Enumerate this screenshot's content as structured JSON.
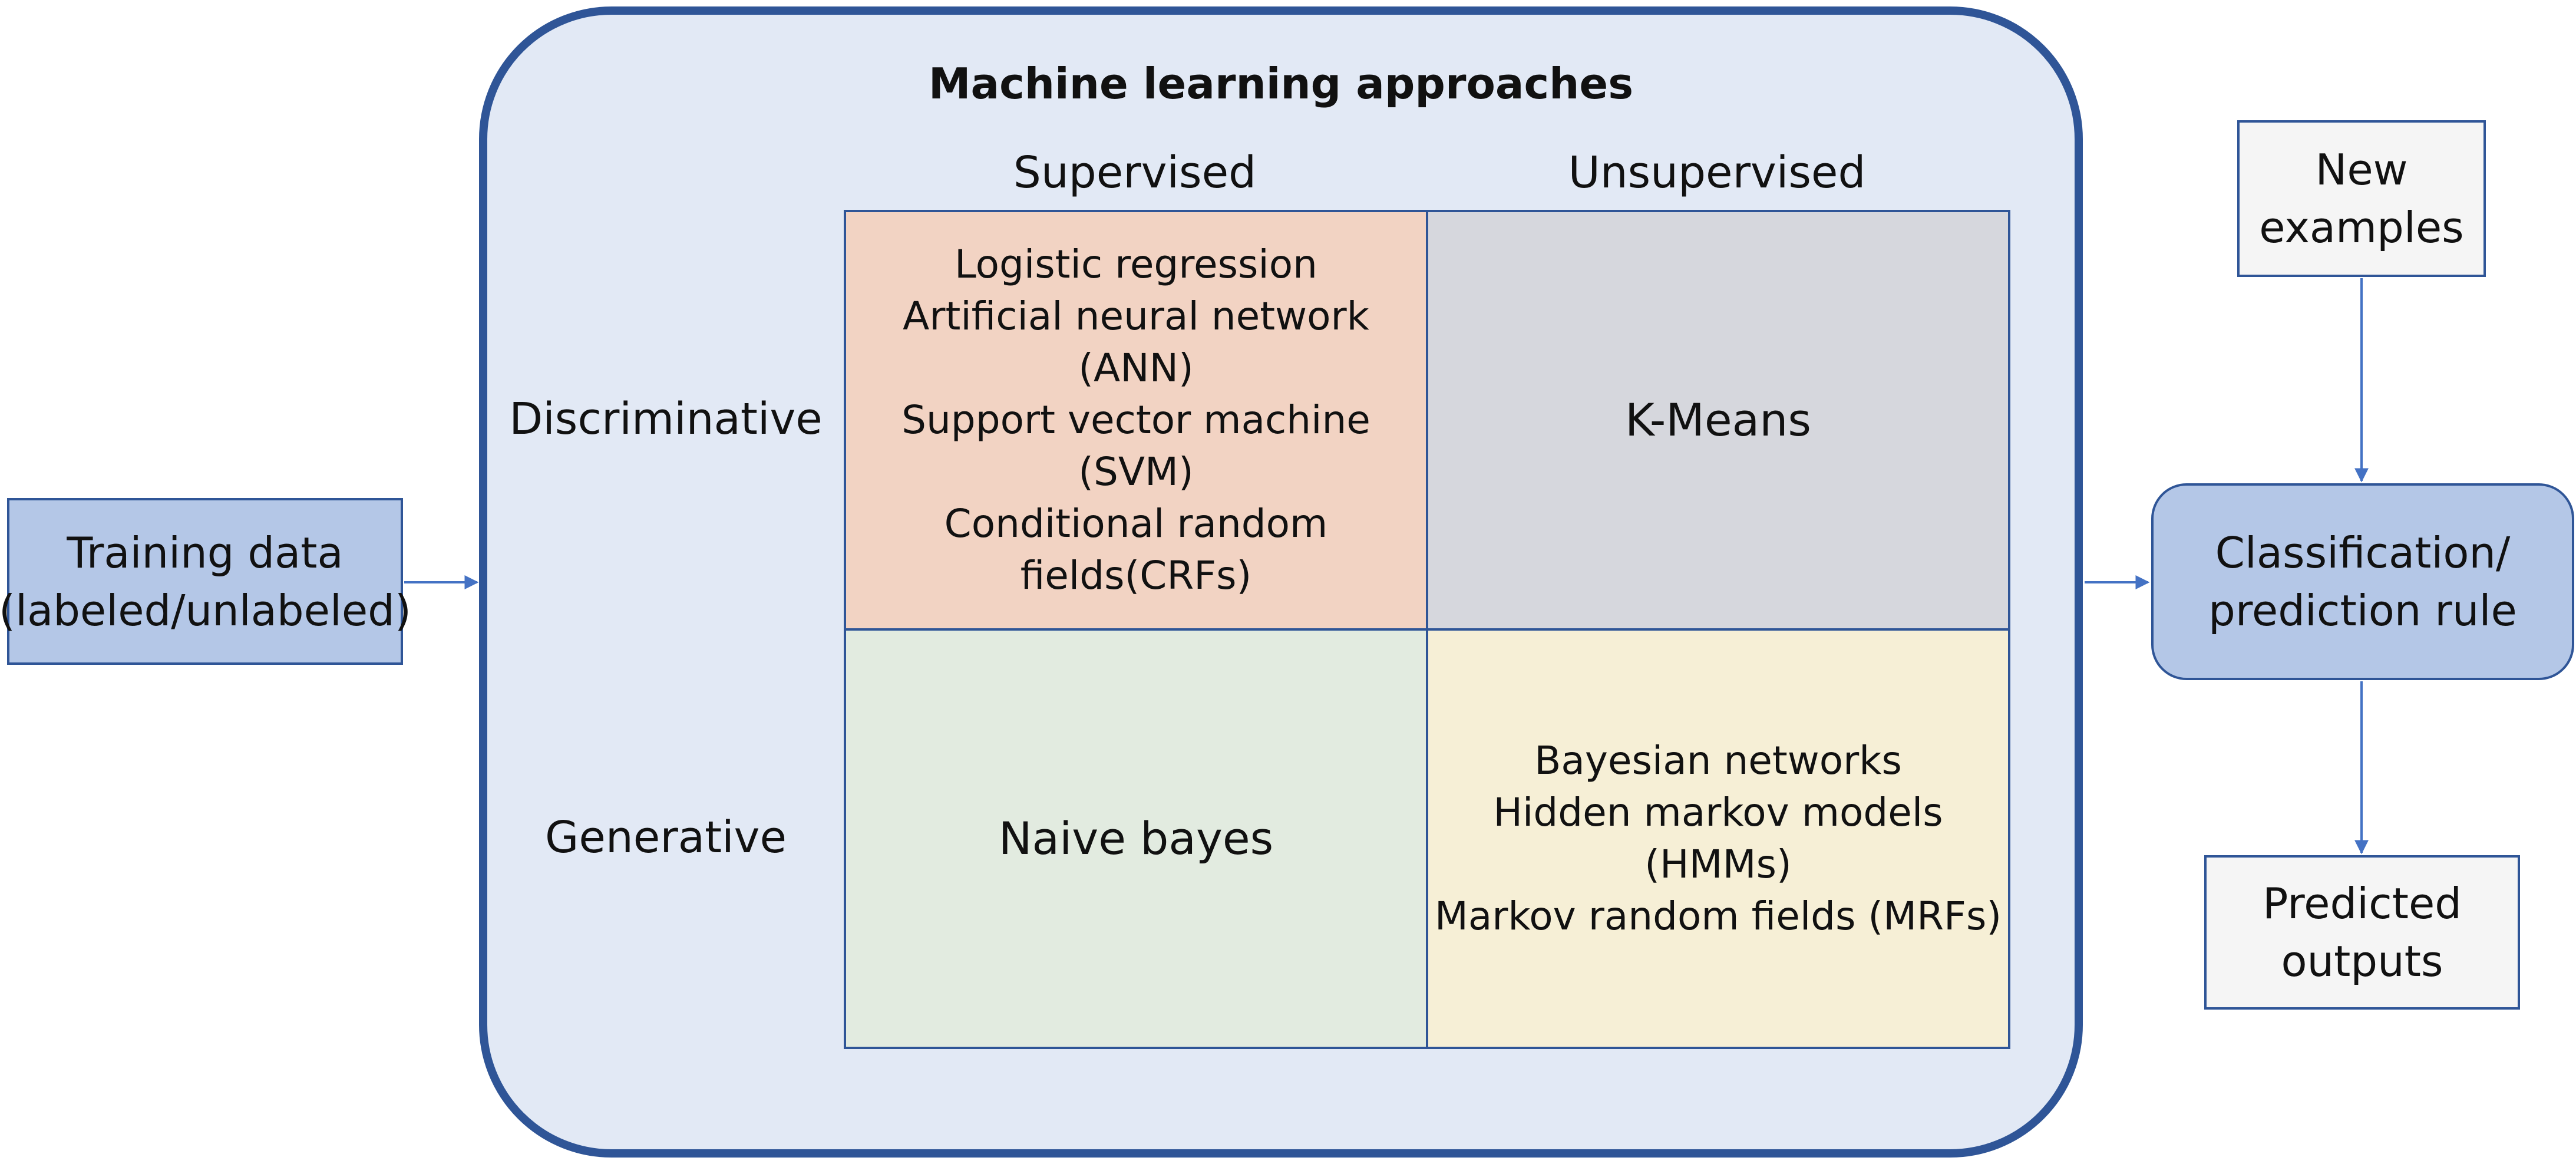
{
  "panel": {
    "title": "Machine learning approaches",
    "columns": [
      "Supervised",
      "Unsupervised"
    ],
    "rows": [
      "Discriminative",
      "Generative"
    ],
    "cells": {
      "supervised_discriminative": [
        "Logistic regression",
        "Artificial neural network",
        "(ANN)",
        "Support vector machine",
        "(SVM)",
        "Conditional random",
        "fields(CRFs)"
      ],
      "unsupervised_discriminative": [
        "K-Means"
      ],
      "supervised_generative": [
        "Naive bayes"
      ],
      "unsupervised_generative": [
        "Bayesian networks",
        "Hidden markov models",
        "(HMMs)",
        "Markov random fields (MRFs)"
      ]
    }
  },
  "inputs": {
    "training_data": [
      "Training data",
      "(labeled/unlabeled)"
    ],
    "new_examples": [
      "New",
      "examples"
    ]
  },
  "outputs": {
    "rule": [
      "Classification/",
      "prediction rule"
    ],
    "predicted": [
      "Predicted",
      "outputs"
    ]
  },
  "colors": {
    "border": "#2f5597",
    "panel_fill": "#e2e9f5",
    "box_fill": "#b4c7e7",
    "supervised_discriminative": "#f2d3c3",
    "unsupervised_discriminative": "#d6d7dd",
    "supervised_generative": "#e2ebe0",
    "unsupervised_generative": "#f6efd6",
    "plain_box": "#f5f5f5",
    "arrow": "#4472c4"
  }
}
